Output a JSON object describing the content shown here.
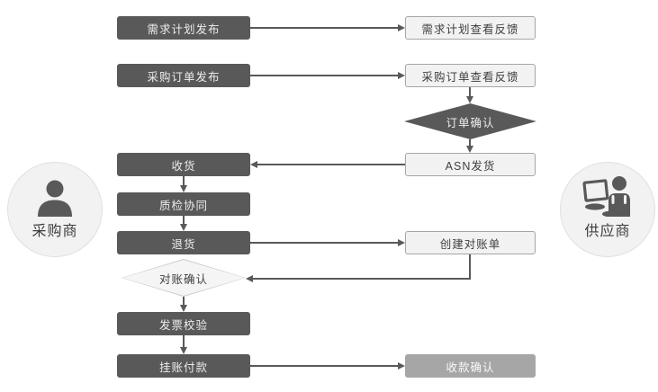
{
  "diagram": {
    "buyer": {
      "label": "采购商"
    },
    "supplier": {
      "label": "供应商"
    },
    "nodes": {
      "demand_plan_publish": "需求计划发布",
      "demand_plan_feedback": "需求计划查看反馈",
      "purchase_order_publish": "采购订单发布",
      "purchase_order_feedback": "采购订单查看反馈",
      "order_confirm": "订单确认",
      "receiving": "收货",
      "asn_shipping": "ASN发货",
      "quality_inspection": "质检协同",
      "return_goods": "退货",
      "create_statement": "创建对账单",
      "reconciliation_confirm": "对账确认",
      "invoice_verification": "发票校验",
      "payment_on_account": "挂账付款",
      "payment_confirm": "收款确认"
    },
    "colors": {
      "dark_node": "#595959",
      "light_node_bg": "#f2f2f2",
      "light_node_border": "#a6a6a6",
      "gray_node_bg": "#a6a6a6",
      "arrow": "#595959"
    }
  }
}
